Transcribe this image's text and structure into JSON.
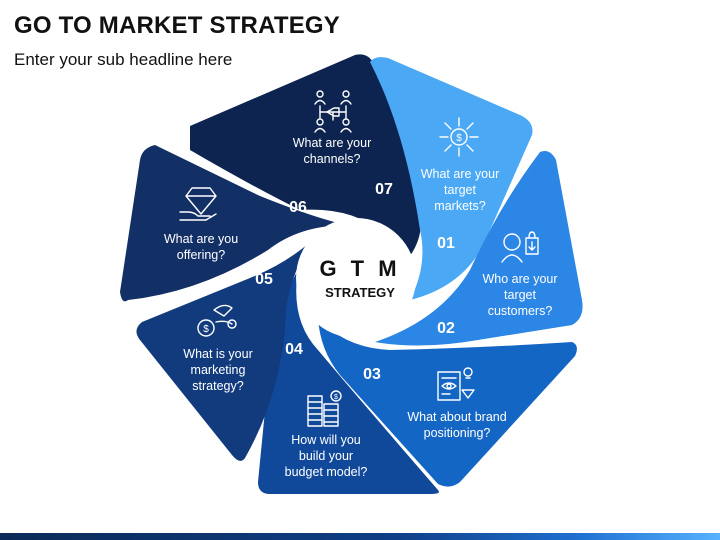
{
  "header": {
    "title": "GO TO MARKET STRATEGY",
    "subtitle": "Enter your sub headline here"
  },
  "center": {
    "title": "G T M",
    "subtitle": "STRATEGY"
  },
  "colors": {
    "segment_01": "#4aa8f5",
    "segment_02": "#2b86e6",
    "segment_03": "#1466c4",
    "segment_04": "#10489a",
    "segment_05": "#123b7e",
    "segment_06": "#122f66",
    "segment_07": "#0d2450",
    "bottom_bar": "#0f3e86"
  },
  "segments": [
    {
      "number": "01",
      "icon": "target-markets-icon",
      "lines": [
        "What are your",
        "target",
        "markets?"
      ]
    },
    {
      "number": "02",
      "icon": "customer-shopping-icon",
      "lines": [
        "Who are your",
        "target",
        "customers?"
      ]
    },
    {
      "number": "03",
      "icon": "brand-document-icon",
      "lines": [
        "What about brand",
        "positioning?"
      ]
    },
    {
      "number": "04",
      "icon": "coins-budget-icon",
      "lines": [
        "How will you",
        "build your",
        "budget model?"
      ]
    },
    {
      "number": "05",
      "icon": "marketing-money-icon",
      "lines": [
        "What is your",
        "marketing",
        "strategy?"
      ]
    },
    {
      "number": "06",
      "icon": "diamond-offering-icon",
      "lines": [
        "What are you",
        "offering?"
      ]
    },
    {
      "number": "07",
      "icon": "channels-network-icon",
      "lines": [
        "What are your",
        "channels?"
      ]
    }
  ]
}
